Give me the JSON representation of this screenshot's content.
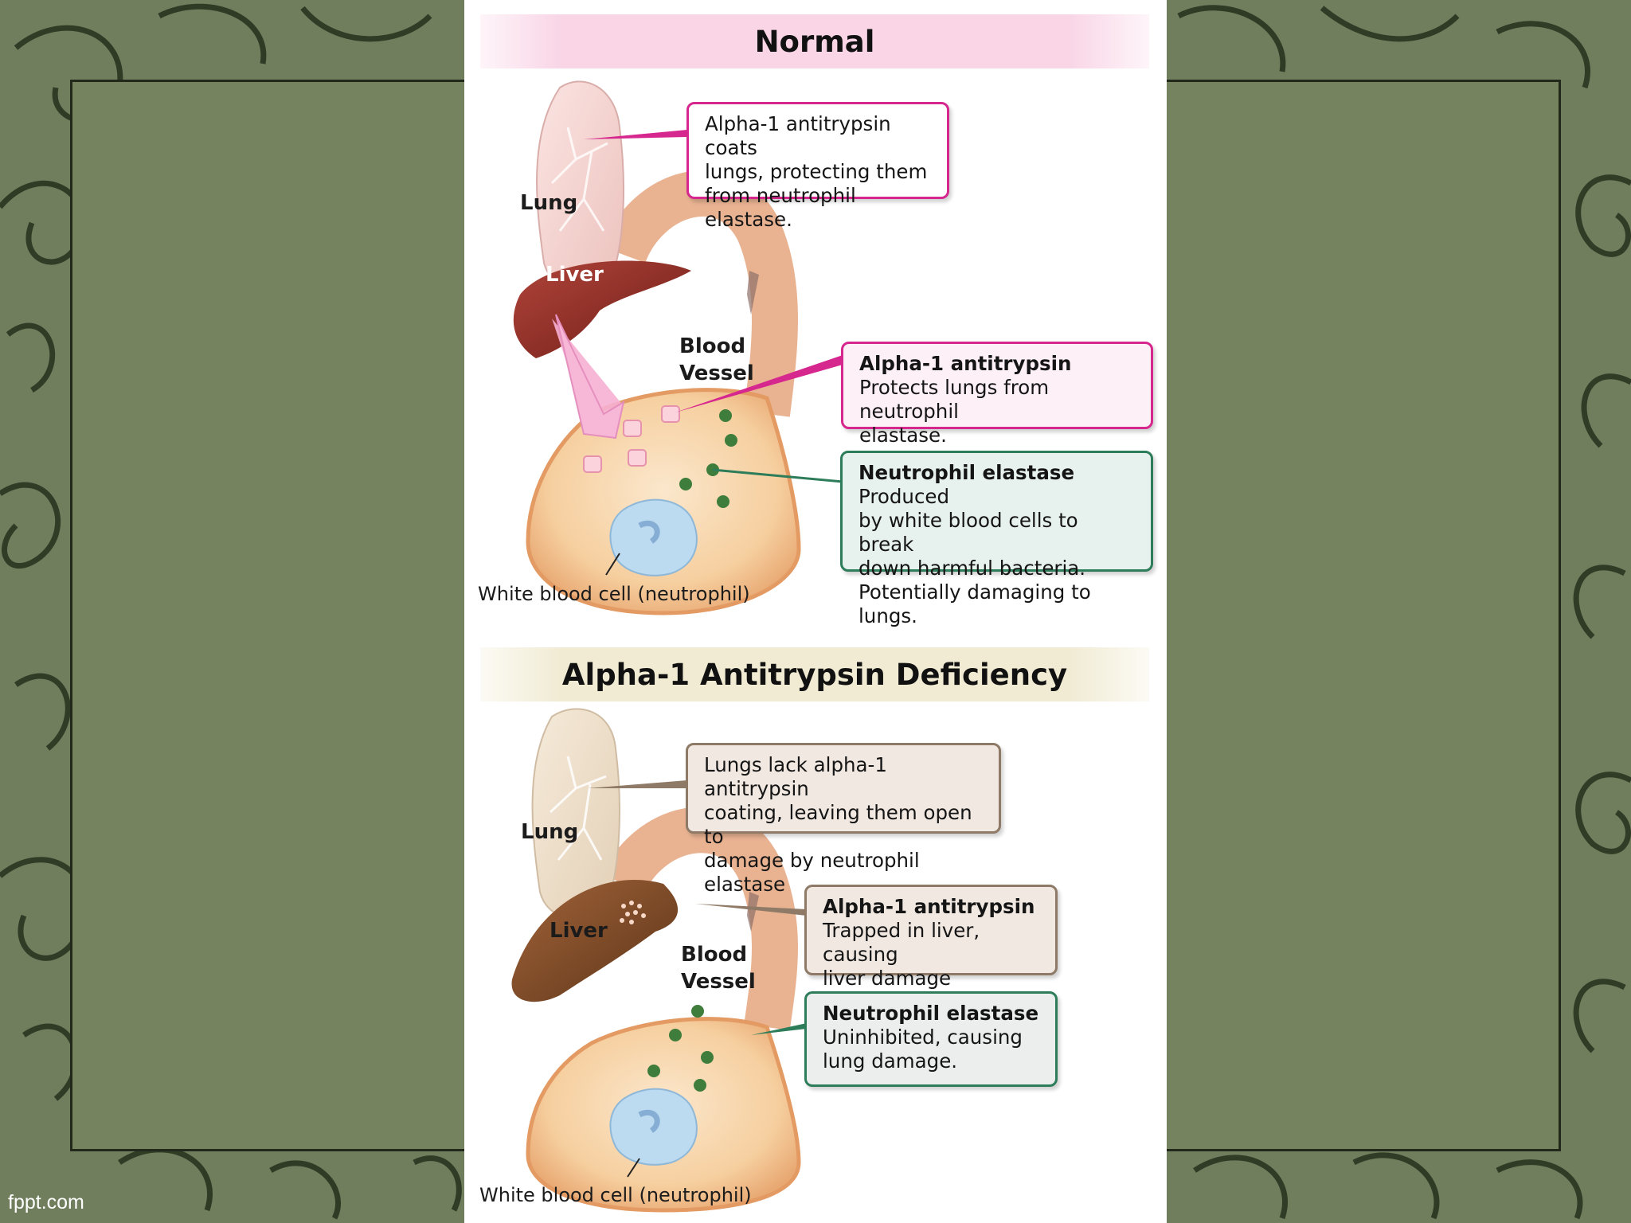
{
  "footer": {
    "brand": "fppt.com"
  },
  "normal": {
    "title": "Normal",
    "labels": {
      "lung": "Lung",
      "liver": "Liver",
      "vessel_line1": "Blood",
      "vessel_line2": "Vessel"
    },
    "callout_lung": {
      "line1": "Alpha-1 antitrypsin coats",
      "line2": "lungs, protecting them",
      "line3": "from neutrophil elastase."
    },
    "callout_aat": {
      "heading": "Alpha-1 antitrypsin",
      "line1": "Protects lungs from neutrophil",
      "line2": "elastase."
    },
    "callout_ne": {
      "heading": "Neutrophil elastase",
      "line1_rest": " Produced",
      "line2": "by white blood cells to break",
      "line3": "down harmful bacteria.",
      "line4": "Potentially damaging to lungs."
    },
    "caption": "White blood cell (neutrophil)"
  },
  "deficiency": {
    "title": "Alpha-1 Antitrypsin Deficiency",
    "labels": {
      "lung": "Lung",
      "liver": "Liver",
      "vessel_line1": "Blood",
      "vessel_line2": "Vessel"
    },
    "callout_lung": {
      "line1": "Lungs lack alpha-1 antitrypsin",
      "line2": "coating, leaving them open to",
      "line3": "damage by neutrophil elastase"
    },
    "callout_aat": {
      "heading": "Alpha-1 antitrypsin",
      "line1": "Trapped in liver, causing",
      "line2": "liver damage"
    },
    "callout_ne": {
      "heading": "Neutrophil elastase",
      "line1": "Uninhibited, causing",
      "line2": "lung damage."
    },
    "caption": "White blood cell (neutrophil)"
  },
  "colors": {
    "background": "#75835f",
    "pink_accent": "#d6278e",
    "green_accent": "#2d7c5a",
    "tan_accent": "#8e7a66",
    "liver": "#8e2a22",
    "vessel": "#f3c79a"
  }
}
